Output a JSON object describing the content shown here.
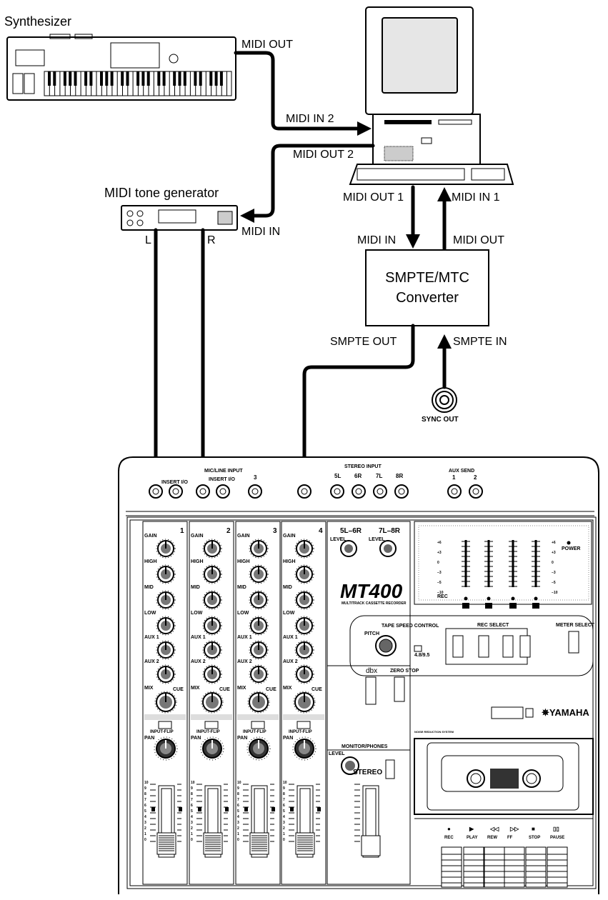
{
  "devices": {
    "synthesizer": "Synthesizer",
    "tone_generator": "MIDI tone generator",
    "converter_line1": "SMPTE/MTC",
    "converter_line2": "Converter",
    "sync_out": "SYNC OUT"
  },
  "ports": {
    "synth_midi_out": "MIDI OUT",
    "pc_midi_in2": "MIDI IN 2",
    "pc_midi_out2": "MIDI OUT 2",
    "pc_midi_out1": "MIDI OUT 1",
    "pc_midi_in1": "MIDI IN 1",
    "tg_midi_in": "MIDI IN",
    "tg_left": "L",
    "tg_right": "R",
    "conv_midi_in": "MIDI IN",
    "conv_midi_out": "MIDI OUT",
    "conv_smpte_out": "SMPTE OUT",
    "conv_smpte_in": "SMPTE IN"
  },
  "mixer": {
    "model": "MT400",
    "model_sub": "MULTITRACK CASSETTE RECORDER",
    "brand": "YAMAHA",
    "mic_line_input": "MIC/LINE INPUT",
    "stereo_input": "STEREO INPUT",
    "aux_send": "AUX SEND",
    "insert_io": "INSERT I/O",
    "input_numbers": [
      "3"
    ],
    "stereo_input_numbers": [
      "5L",
      "6R",
      "7L",
      "8R"
    ],
    "aux_numbers": [
      "1",
      "2"
    ],
    "channels": [
      "1",
      "2",
      "3",
      "4"
    ],
    "knob_labels": [
      "GAIN",
      "HIGH",
      "MID",
      "LOW",
      "AUX 1",
      "AUX 2",
      "MIX"
    ],
    "cue": "CUE",
    "pan": "PAN",
    "input_flip": "INPUT-FLIP",
    "stereo_levels": [
      "5L–6R",
      "7L–8R"
    ],
    "level": "LEVEL",
    "tape_speed_control": "TAPE SPEED CONTROL",
    "pitch": "PITCH",
    "speed": "4.8/9.5",
    "dbx": "dbx",
    "zero_stop": "ZERO STOP",
    "rec_select": "REC SELECT",
    "meter_select": "METER SELECT",
    "power": "POWER",
    "rec": "REC",
    "meter_scale": [
      "+6",
      "+3",
      "0",
      "−3",
      "−5",
      "−10"
    ],
    "monitor_phones": "MONITOR/PHONES",
    "stereo": "STEREO",
    "noise_reduction": "NOISE REDUCTION SYSTEM",
    "transport": [
      "REC",
      "PLAY",
      "REW",
      "FF",
      "STOP",
      "PAUSE"
    ],
    "fader_scale": [
      "10",
      "9",
      "8",
      "7",
      "6",
      "5",
      "4",
      "3",
      "2",
      "1",
      "0"
    ]
  }
}
